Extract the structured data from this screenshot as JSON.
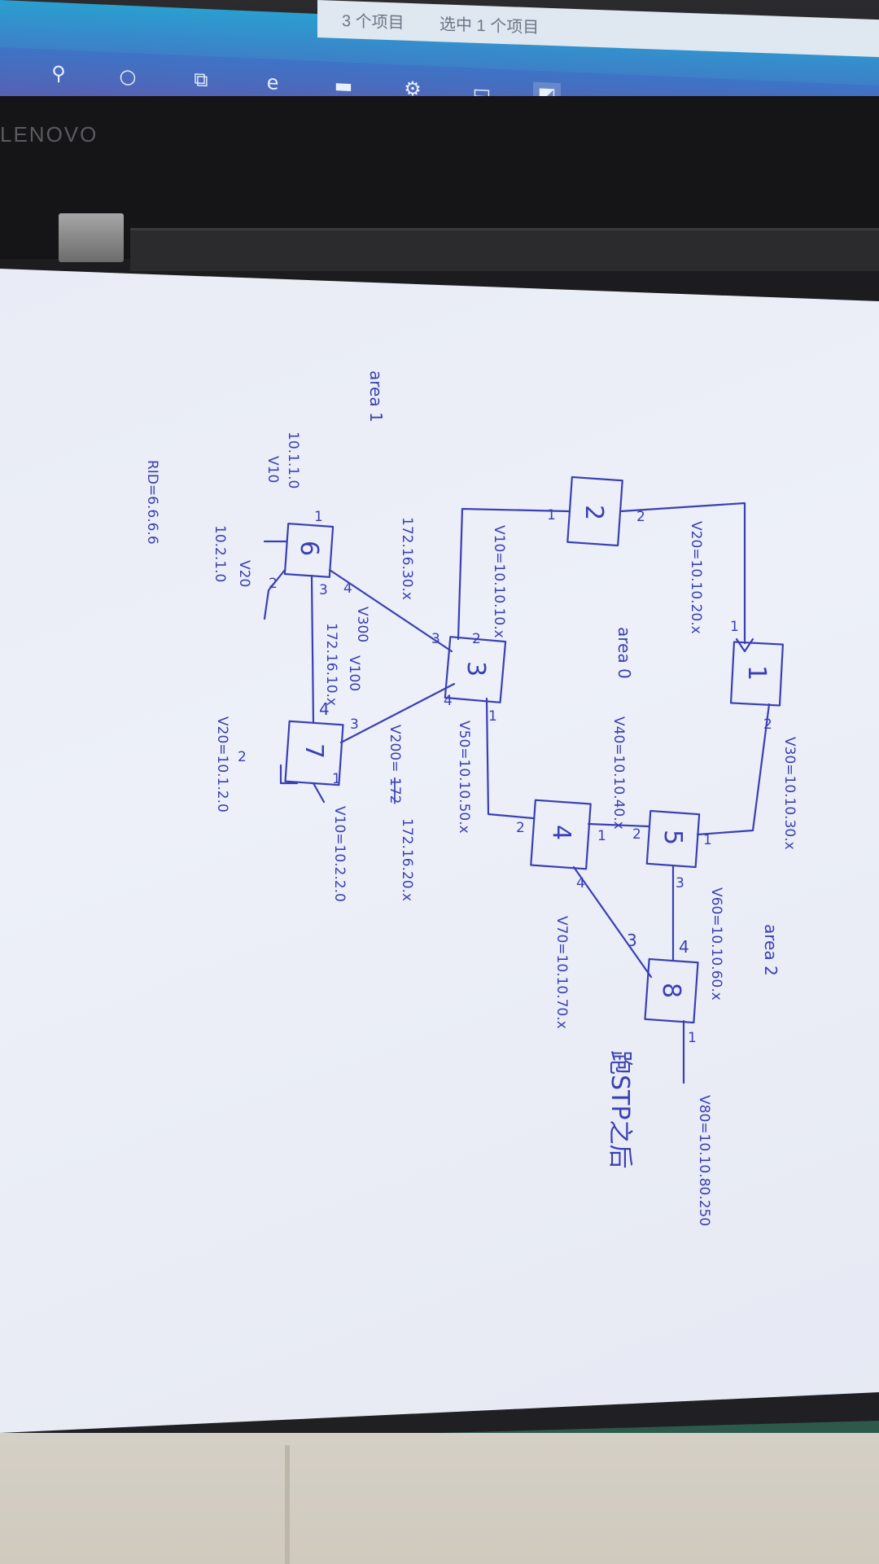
{
  "explorer": {
    "item_count": "3 个项目",
    "selection": "选中 1 个项目"
  },
  "taskbar": {
    "icons": [
      "search-icon",
      "cortana-icon",
      "task-view-icon",
      "edge-icon",
      "file-explorer-icon",
      "settings-icon",
      "photos-icon",
      "window-icon"
    ]
  },
  "monitor": {
    "brand": "LENOVO"
  },
  "diagram": {
    "routers": [
      {
        "id": "r1",
        "label": "1"
      },
      {
        "id": "r2",
        "label": "2"
      },
      {
        "id": "r3",
        "label": "3"
      },
      {
        "id": "r4",
        "label": "4"
      },
      {
        "id": "r5",
        "label": "5"
      },
      {
        "id": "r6",
        "label": "6"
      },
      {
        "id": "r7",
        "label": "7"
      },
      {
        "id": "r8",
        "label": "8"
      }
    ],
    "areas": {
      "area0": "area 0",
      "area1": "area 1",
      "area2": "area 2"
    },
    "links": {
      "r1_r2": "V20=10.10.20.x",
      "r1_r5": "V30=10.10.30.x",
      "r2_r3": "V10=10.10.10.x",
      "r3_r4": "V50=10.10.50.x",
      "r4_r5": "V40=10.10.40.x",
      "r5_r8": "V60=10.10.60.x",
      "r4_r8": "V70=10.10.70.x",
      "r8_out": "V80=10.10.80.250",
      "r3_r6": "172.16.30.x",
      "r3_r6_vlan": "V300",
      "r6_r7": "172.16.10.x",
      "r6_r7_vlan": "V100",
      "r3_r7": "V200=",
      "r3_r7_struck": "172",
      "r3_r7_net": "172.16.20.x",
      "r6_left_net": "10.1.1.0",
      "r6_left_vlan": "V10",
      "r6_down_net": "10.2.1.0",
      "r6_down_vlan": "V20",
      "r7_down_net": "V20=10.1.2.0",
      "r7_right_net": "V10=10.2.2.0"
    },
    "ports": {
      "r1_a": "1",
      "r1_b": "2",
      "r2_a": "1",
      "r2_b": "2",
      "r3_a": "2",
      "r3_b": "3",
      "r3_c": "4",
      "r3_d": "1",
      "r4_a": "1",
      "r4_b": "2",
      "r4_c": "4",
      "r5_a": "1",
      "r5_b": "2",
      "r5_c": "3",
      "r6_a": "1",
      "r6_b": "2",
      "r6_c": "3",
      "r6_d": "4",
      "r7_a": "4",
      "r7_b": "3",
      "r7_c": "1",
      "r7_d": "2",
      "r8_a": "3",
      "r8_b": "4",
      "r8_c": "1"
    },
    "router_id": "RID=6.6.6.6",
    "note": "跑STP之后"
  }
}
